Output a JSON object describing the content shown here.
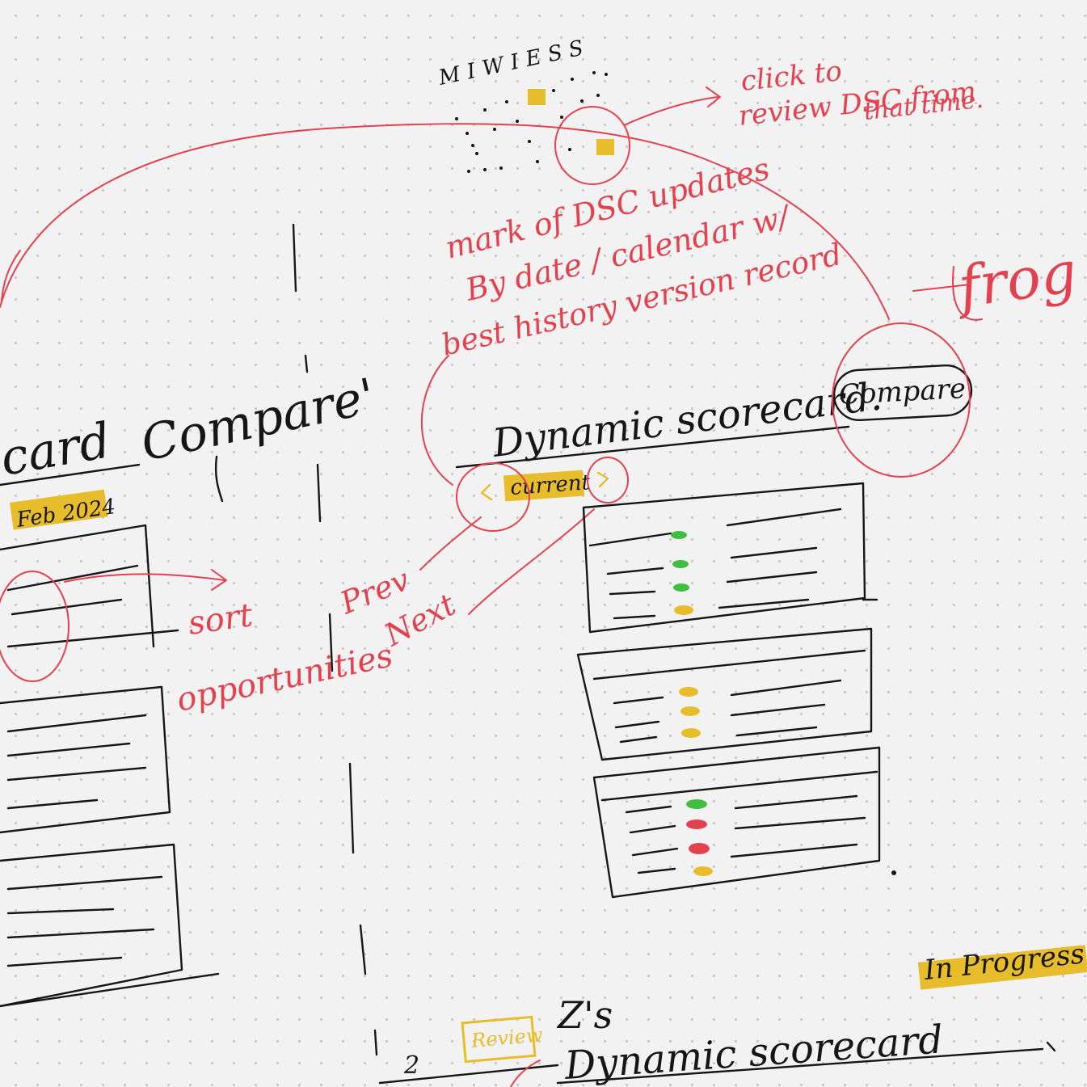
{
  "colors": {
    "ink": "#161616",
    "pen": "#e4414f",
    "highlight": "#e7bd2c",
    "status_green": "#3fbf3f",
    "status_yellow": "#e7bd2c",
    "status_red": "#e4414f"
  },
  "top_timeline": {
    "label": "MIWIESS",
    "note_line1": "click to",
    "note_line2": "review DSC from",
    "note_line3": "that time."
  },
  "middle_note": {
    "line1": "mark of DSC updates",
    "line2": "By date / calendar w/",
    "line3": "best history version record"
  },
  "left_panel": {
    "title_part1": "card",
    "title_part2": "Compare'",
    "date_badge": "Feb 2024"
  },
  "side_notes": {
    "sort": "sort",
    "opportunities": "opportunities",
    "prev": "Prev",
    "next": "Next",
    "cut_off": "frog V"
  },
  "main_panel": {
    "title": "Dynamic scorecard.",
    "compare_button": "Compare",
    "current_tab": "current",
    "cards": [
      {
        "statuses": [
          "green",
          "green",
          "green",
          "yellow"
        ]
      },
      {
        "statuses": [
          "yellow",
          "yellow",
          "yellow"
        ]
      },
      {
        "statuses": [
          "green",
          "red",
          "red",
          "yellow"
        ]
      }
    ]
  },
  "in_progress_badge": "In Progress",
  "bottom": {
    "number": "2",
    "review_badge": "Review",
    "owner": "Z's",
    "title": "Dynamic scorecard"
  }
}
